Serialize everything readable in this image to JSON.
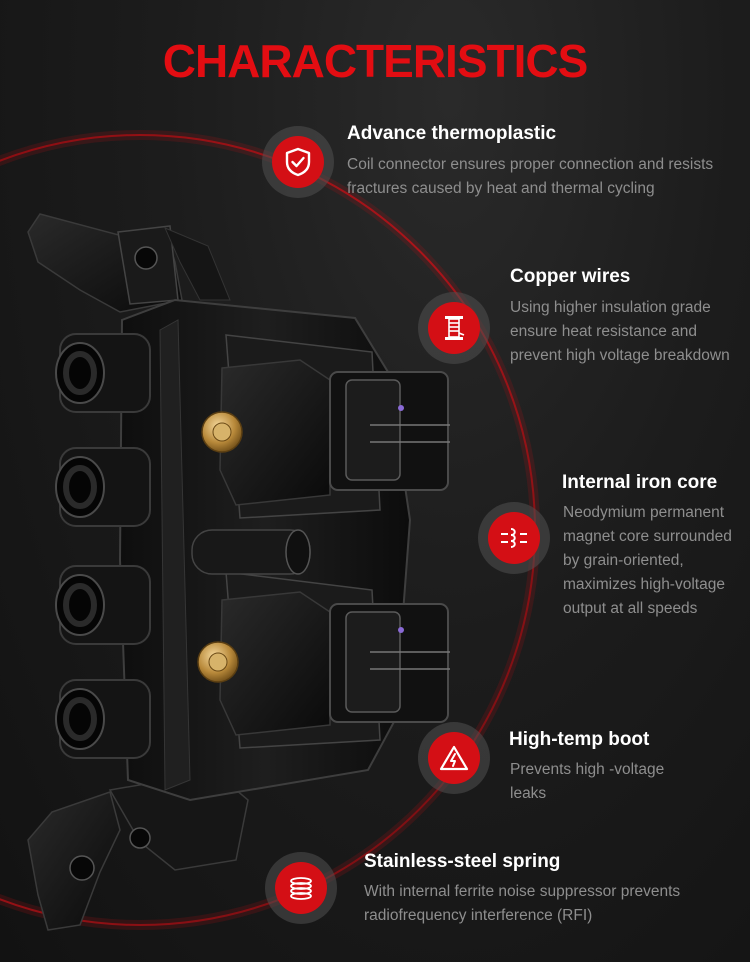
{
  "page": {
    "title": "CHARACTERISTICS",
    "accent_color": "#e30d12"
  },
  "features": [
    {
      "title": "Advance thermoplastic",
      "icon": "shield-check-icon",
      "description": "Coil connector ensures proper connection and resists fractures caused by heat and thermal cycling"
    },
    {
      "title": "Copper wires",
      "icon": "wire-spool-icon",
      "description": "Using higher insulation grade ensure heat resistance and prevent high voltage breakdown"
    },
    {
      "title": "Internal iron core",
      "icon": "iron-core-icon",
      "description": "Neodymium permanent magnet core surrounded by grain-oriented, maximizes high-voltage output at all speeds"
    },
    {
      "title": "High-temp boot",
      "icon": "high-voltage-warning-icon",
      "description": "Prevents high -voltage leaks"
    },
    {
      "title": "Stainless-steel spring",
      "icon": "spring-icon",
      "description": "With internal ferrite noise suppressor prevents radiofrequency interference (RFI)"
    }
  ]
}
